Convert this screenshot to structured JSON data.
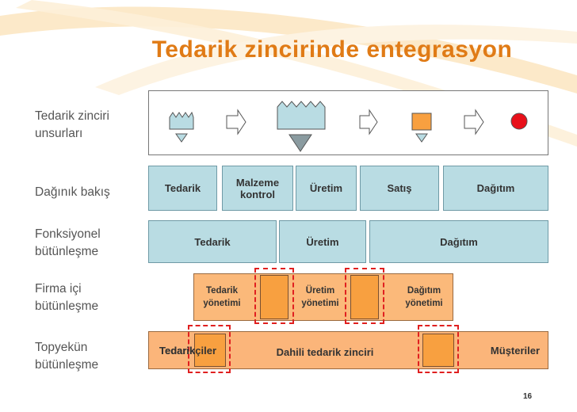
{
  "title": "Tedarik zincirinde entegrasyon",
  "rows": [
    {
      "label": "Tedarik zinciri unsurları"
    },
    {
      "label": "Dağınık bakış"
    },
    {
      "label": "Fonksiyonel bütünleşme"
    },
    {
      "label": "Firma içi bütünleşme"
    },
    {
      "label": "Topyekün bütünleşme"
    }
  ],
  "dispersed": [
    "Tedarik",
    "Malzeme kontrol",
    "Üretim",
    "Satış",
    "Dağıtım"
  ],
  "functional": [
    "Tedarik",
    "Üretim",
    "Dağıtım"
  ],
  "internal": [
    "Tedarik yönetimi",
    "Üretim yönetimi",
    "Dağıtım yönetimi"
  ],
  "total": {
    "left": "Tedarikçiler",
    "middle": "Dahili tedarik zinciri",
    "right": "Müşteriler"
  },
  "page_number": "16",
  "colors": {
    "title": "#E07B16",
    "teal": "#B9DCE3",
    "orange_light": "#FBB97A",
    "orange_dark": "#F8A040",
    "dashed": "#E02020",
    "circle": "#E8101A"
  },
  "icons": [
    "supplier-factory-icon",
    "arrow-icon",
    "factory-icon",
    "arrow-icon",
    "warehouse-square-icon",
    "arrow-icon",
    "customer-circle-icon"
  ]
}
